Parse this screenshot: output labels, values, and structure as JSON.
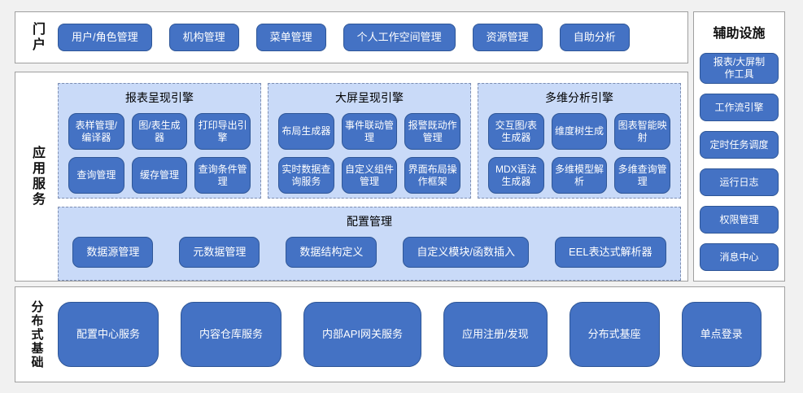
{
  "portal": {
    "label": "门户",
    "items": [
      "用户/角色管理",
      "机构管理",
      "菜单管理",
      "个人工作空间管理",
      "资源管理",
      "自助分析"
    ]
  },
  "app_services": {
    "label": "应用服务",
    "engines": [
      {
        "title": "报表呈现引擎",
        "items": [
          "表样管理/编译器",
          "图/表生成器",
          "打印导出引擎",
          "查询管理",
          "缓存管理",
          "查询条件管理"
        ]
      },
      {
        "title": "大屏呈现引擎",
        "items": [
          "布局生成器",
          "事件联动管理",
          "报警既动作管理",
          "实时数据查询服务",
          "自定义组件管理",
          "界面布局操作框架"
        ]
      },
      {
        "title": "多维分析引擎",
        "items": [
          "交互图/表生成器",
          "维度树生成",
          "图表智能映射",
          "MDX语法生成器",
          "多维模型解析",
          "多维查询管理"
        ]
      }
    ],
    "config": {
      "title": "配置管理",
      "items": [
        "数据源管理",
        "元数据管理",
        "数据结构定义",
        "自定义模块/函数插入",
        "EEL表达式解析器"
      ]
    }
  },
  "foundation": {
    "label": "分布式基础",
    "items": [
      "配置中心服务",
      "内容仓库服务",
      "内部API网关服务",
      "应用注册/发现",
      "分布式基座",
      "单点登录"
    ]
  },
  "auxiliary": {
    "title": "辅助设施",
    "items": [
      "报表/大屏制作工具",
      "工作流引擎",
      "定时任务调度",
      "运行日志",
      "权限管理",
      "消息中心"
    ]
  },
  "colors": {
    "node_fill": "#4472c4",
    "node_border": "#2e5697",
    "node_text": "#ffffff",
    "engine_fill": "#c9daf8",
    "engine_dash_border": "#7d8eb2",
    "panel_fill": "#ffffff",
    "panel_border": "#9f9f9f",
    "background": "#f1f1f1",
    "heading_text": "#111111"
  }
}
